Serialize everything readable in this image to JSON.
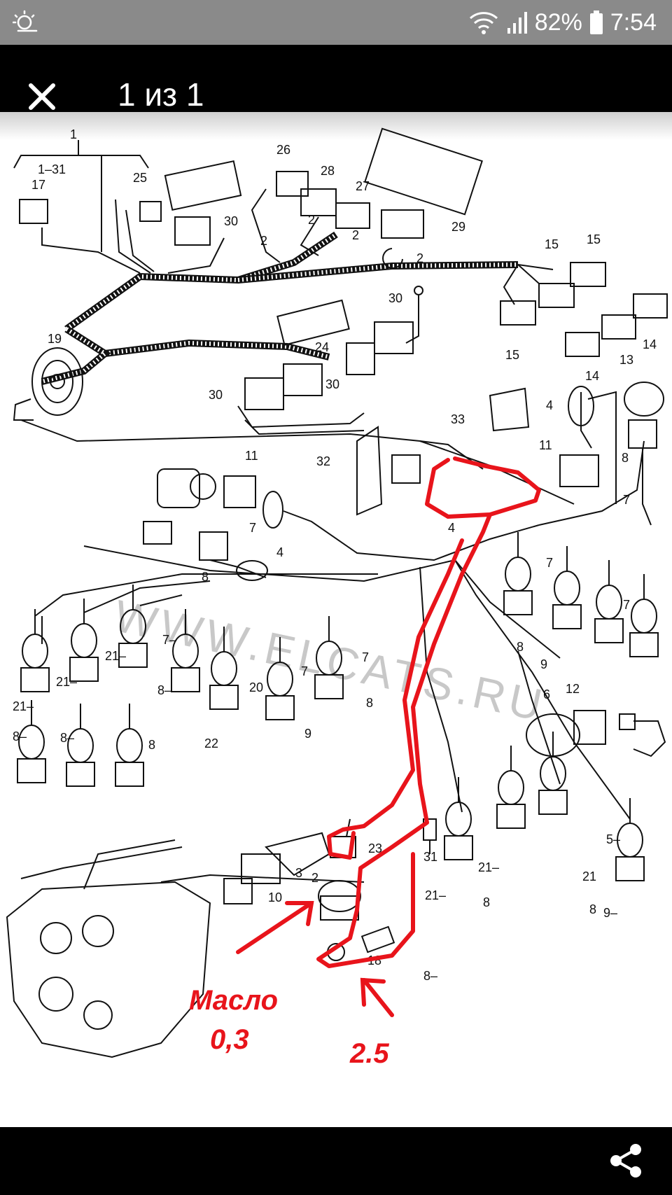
{
  "status_bar": {
    "battery_percent": "82%",
    "time": "7:54",
    "icons": [
      "brightness-icon",
      "wifi-icon",
      "signal-icon",
      "battery-icon"
    ]
  },
  "header": {
    "title": "1 из 1",
    "close_icon": "close-icon"
  },
  "diagram": {
    "watermark": "WWW.ELCATS.RU",
    "part_labels": [
      "1",
      "1-31",
      "17",
      "25",
      "30",
      "26",
      "28",
      "27",
      "2",
      "29",
      "15",
      "14",
      "13",
      "19",
      "24",
      "33",
      "4",
      "11",
      "8",
      "7",
      "32",
      "21",
      "20",
      "9",
      "22",
      "6",
      "12",
      "23",
      "3",
      "10",
      "31",
      "5",
      "18"
    ],
    "annotations": {
      "oil_label": "Масло",
      "oil_value": "0,3",
      "second_value": "2.5"
    },
    "highlight_color": "#e8141b"
  },
  "bottom_bar": {
    "share_icon": "share-icon"
  }
}
